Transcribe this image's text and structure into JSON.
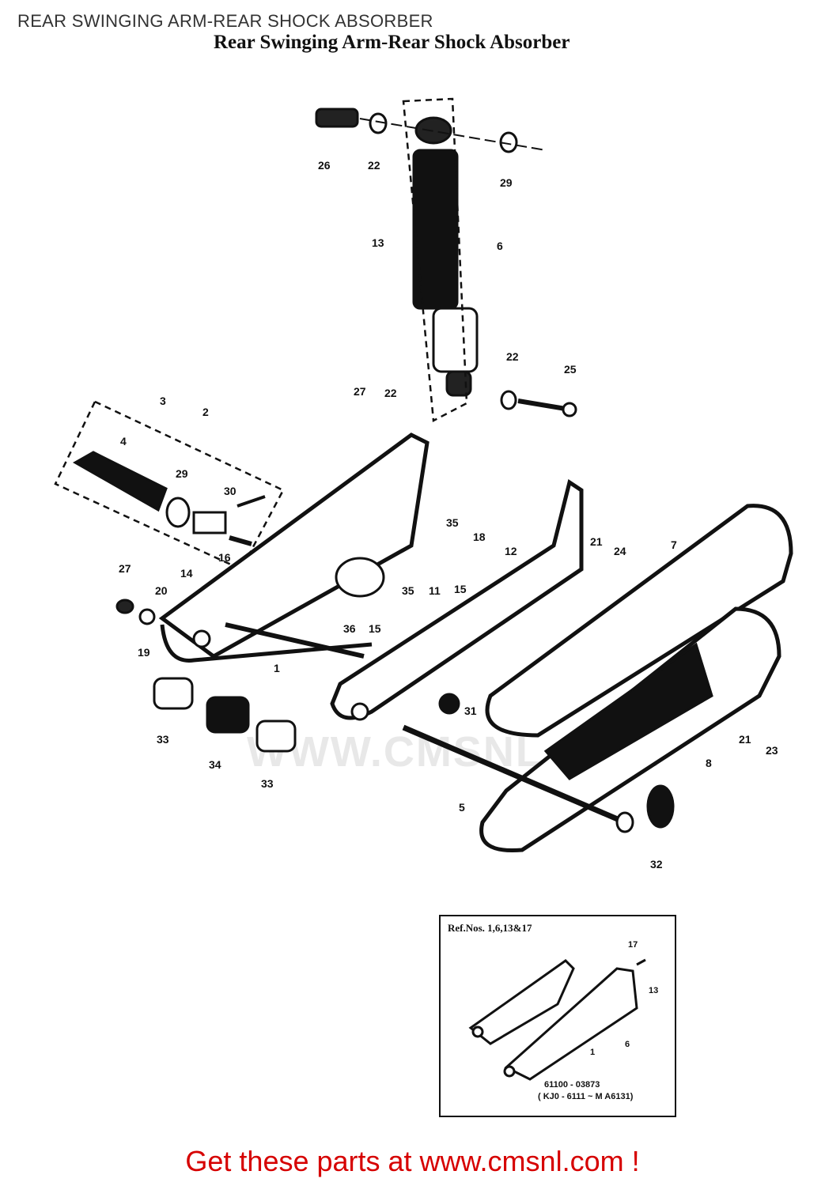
{
  "header": {
    "title": "REAR SWINGING ARM-REAR SHOCK ABSORBER"
  },
  "diagram": {
    "title": "Rear Swinging Arm-Rear Shock Absorber",
    "watermark": "WWW.CMSNL.COM",
    "callouts": [
      "26",
      "22",
      "29",
      "13",
      "6",
      "22",
      "25",
      "27",
      "22",
      "3",
      "2",
      "4",
      "29",
      "30",
      "16",
      "14",
      "35",
      "18",
      "12",
      "21",
      "24",
      "7",
      "27",
      "20",
      "19",
      "36",
      "15",
      "35",
      "15",
      "11",
      "1",
      "33",
      "34",
      "33",
      "31",
      "5",
      "21",
      "23",
      "8",
      "32"
    ],
    "inset": {
      "title": "Ref.Nos. 1,6,13&17",
      "callouts": [
        "17",
        "13",
        "6",
        "1"
      ],
      "part_number": "61100 - 03873",
      "serial": "( KJ0 - 6111 ~ M A6131)"
    }
  },
  "footer": {
    "cta": "Get these parts at www.cmsnl.com !"
  }
}
